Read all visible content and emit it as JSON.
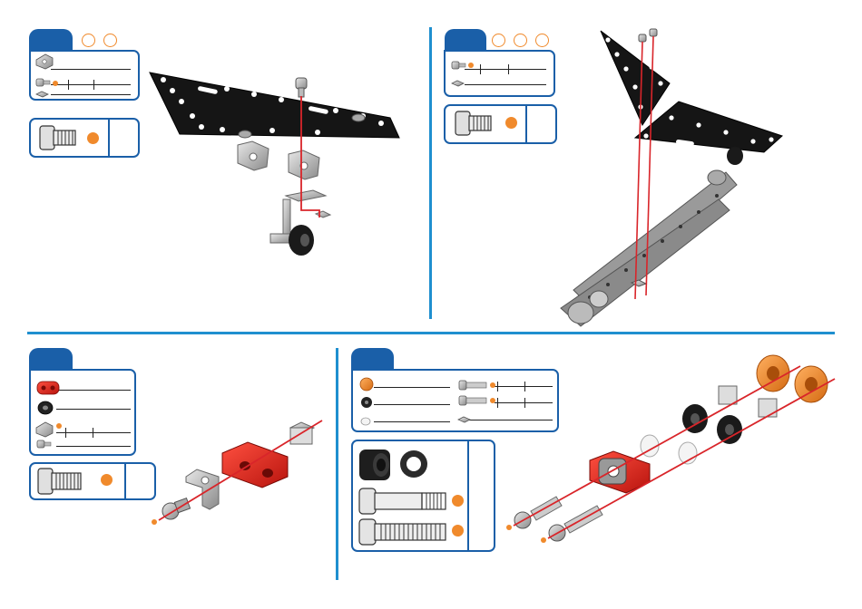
{
  "accent": "#1f8fcf",
  "step_tab_color": "#1a5fa8",
  "marker_color": "#f08a2c",
  "assembly_line_color": "#d9252a",
  "steps": [
    {
      "id": "step-top-left",
      "count_circles": 2
    },
    {
      "id": "step-top-right",
      "count_circles": 3
    },
    {
      "id": "step-bottom-left",
      "count_circles": 0
    },
    {
      "id": "step-bottom-right",
      "count_circles": 0
    }
  ],
  "icons": [
    "bracket-icon",
    "screw-icon",
    "nut-icon",
    "flat-plate-icon",
    "red-connector-icon",
    "wheel-icon",
    "spacer-ring-icon",
    "orange-pulley-icon"
  ]
}
